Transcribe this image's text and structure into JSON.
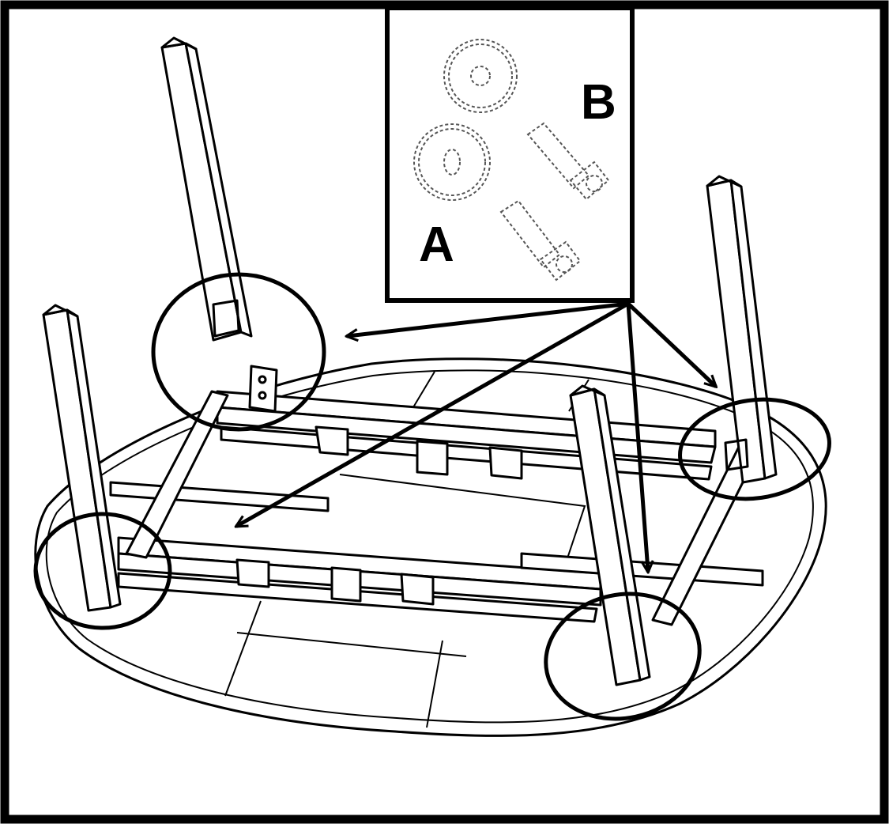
{
  "diagram": {
    "labels": {
      "part_a": "A",
      "part_b": "B"
    },
    "colors": {
      "ink": "#000000",
      "paper": "#ffffff",
      "hatch": "#555555"
    },
    "icons": {
      "washer": "washer-icon",
      "bolt": "bolt-icon",
      "leg": "table-leg",
      "callout": "callout-circle"
    }
  }
}
